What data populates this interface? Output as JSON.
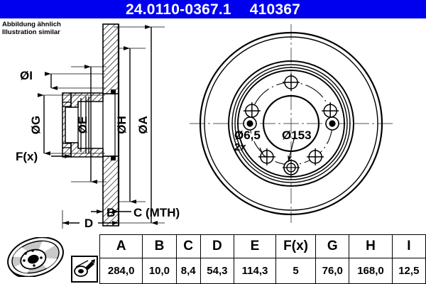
{
  "header": {
    "part_number": "24.0110-0367.1",
    "reference_number": "410367",
    "background_color": "#0000ee",
    "text_color": "#ffffff"
  },
  "disclaimer": {
    "line_de": "Abbildung ähnlich",
    "line_en": "Illustration similar"
  },
  "drawing": {
    "section_view": {
      "labels": {
        "dia_i": "ØI",
        "dia_g": "ØG",
        "dia_e": "ØE",
        "dia_h": "ØH",
        "dia_a": "ØA",
        "f_x": "F(x)",
        "b": "B",
        "c": "C (MTH)",
        "d": "D"
      }
    },
    "front_view": {
      "callouts": {
        "small_hole_dia": "Ø6,5",
        "small_hole_count": "2x",
        "center_circle_dia": "Ø153"
      },
      "bolt_holes": 5,
      "threaded_holes": 2
    }
  },
  "table": {
    "headers": [
      "A",
      "B",
      "C",
      "D",
      "E",
      "F(x)",
      "G",
      "H",
      "I"
    ],
    "values": [
      "284,0",
      "10,0",
      "8,4",
      "54,3",
      "114,3",
      "5",
      "76,0",
      "168,0",
      "12,5"
    ],
    "thumbnail_name": "brake-disc-3d-thumbnail",
    "icon_name": "measuring-tool-icon"
  }
}
